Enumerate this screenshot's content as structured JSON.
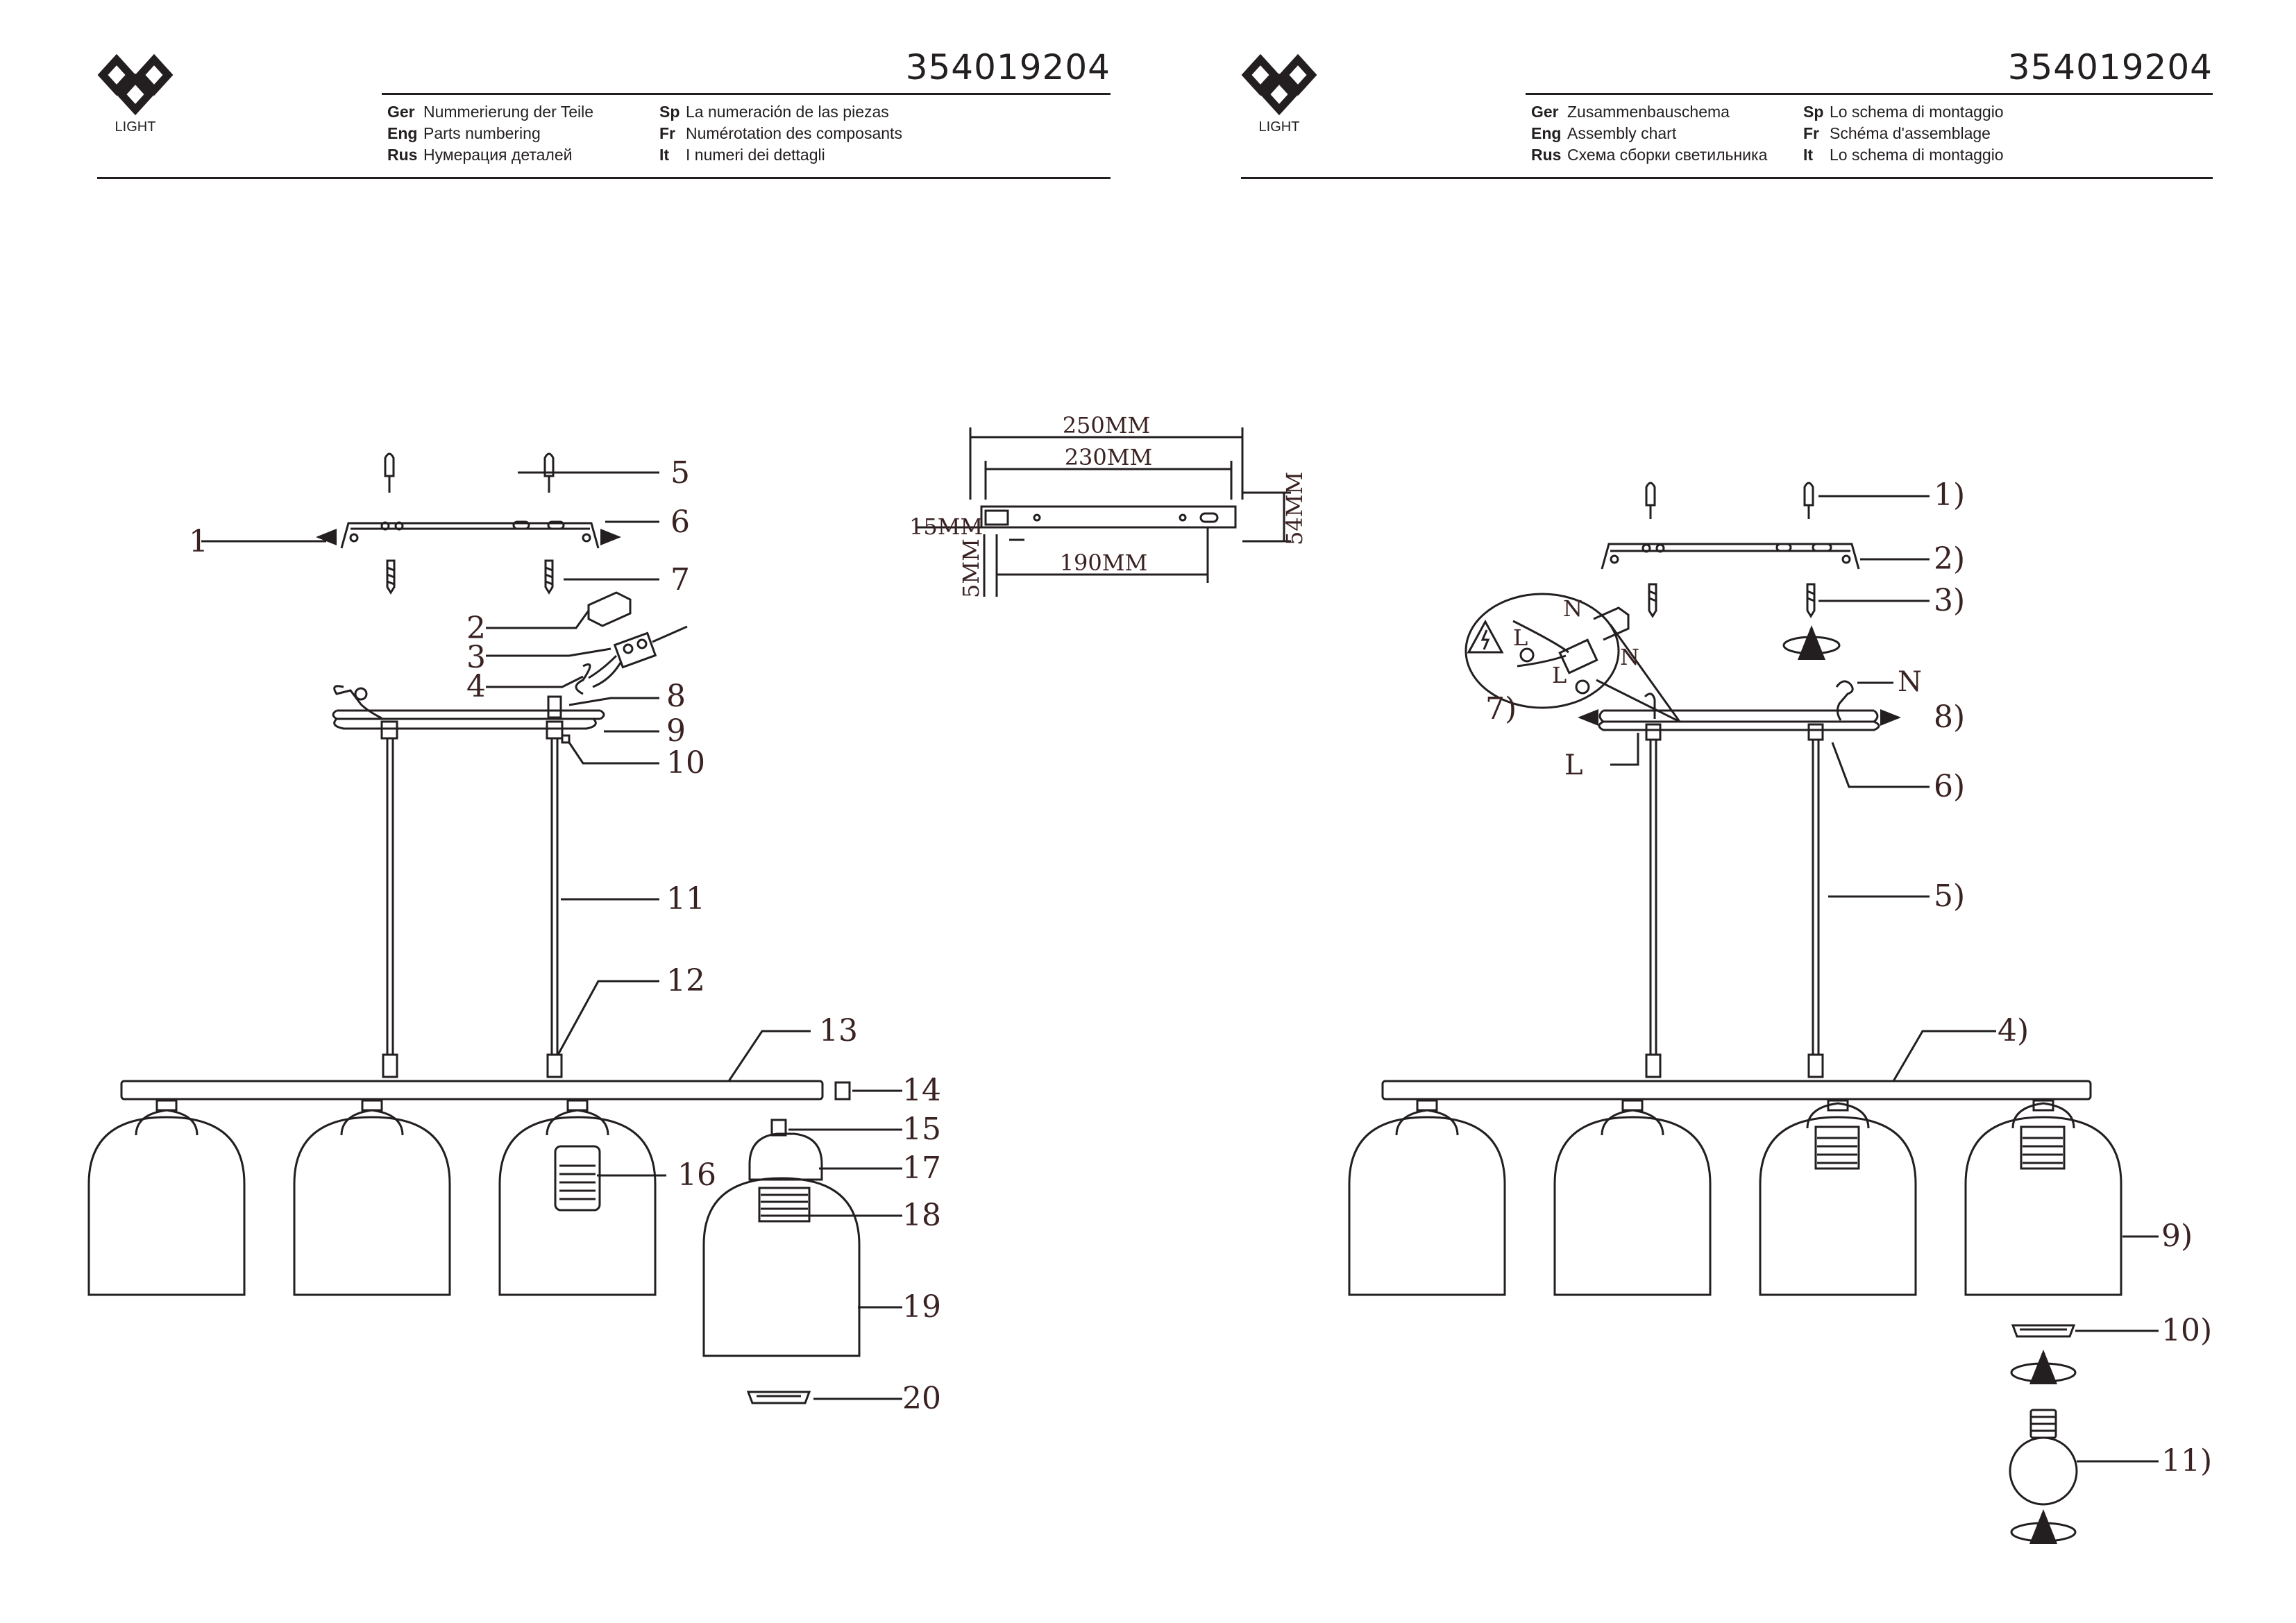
{
  "pages": [
    {
      "logo_text": "LIGHT",
      "doc_code": "354019204",
      "titles_left": [
        {
          "lang": "Ger",
          "text": "Nummerierung der Teile"
        },
        {
          "lang": "Eng",
          "text": "Parts numbering"
        },
        {
          "lang": "Rus",
          "text": "Нумерация деталей"
        }
      ],
      "titles_right": [
        {
          "lang": "Sp",
          "text": "La numeración de las piezas"
        },
        {
          "lang": "Fr",
          "text": "Numérotation des composants"
        },
        {
          "lang": "It",
          "text": "I numeri dei dettagli"
        }
      ]
    },
    {
      "logo_text": "LIGHT",
      "doc_code": "354019204",
      "titles_left": [
        {
          "lang": "Ger",
          "text": "Zusammenbauschema"
        },
        {
          "lang": "Eng",
          "text": "Assembly chart"
        },
        {
          "lang": "Rus",
          "text": "Схема сборки светильника"
        }
      ],
      "titles_right": [
        {
          "lang": "Sp",
          "text": "Lo schema di montaggio"
        },
        {
          "lang": "Fr",
          "text": "Schéma d'assemblage"
        },
        {
          "lang": "It",
          "text": "Lo schema di montaggio"
        }
      ]
    }
  ],
  "dimensions": {
    "d250": "250MM",
    "d230": "230MM",
    "d190": "190MM",
    "d15": "15MM",
    "d5": "5MM",
    "d54": "54MM"
  },
  "parts_labels": [
    "1",
    "2",
    "3",
    "4",
    "5",
    "6",
    "7",
    "8",
    "9",
    "10",
    "11",
    "12",
    "13",
    "14",
    "15",
    "16",
    "17",
    "18",
    "19",
    "20"
  ],
  "assembly_labels": [
    "1)",
    "2)",
    "3)",
    "4)",
    "5)",
    "6)",
    "7)",
    "8)",
    "9)",
    "10)",
    "11)"
  ],
  "wire_labels": {
    "n_top": "N",
    "l_top": "L",
    "n_mid": "N",
    "l_mid": "L",
    "n_right": "N",
    "l_bottom": "L"
  }
}
